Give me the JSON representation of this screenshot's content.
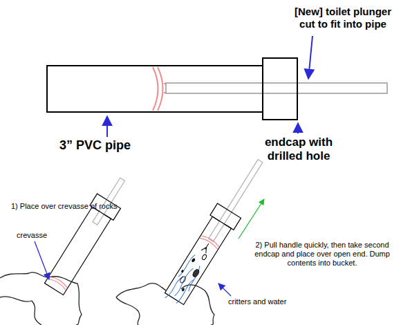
{
  "diagram": {
    "labels": [
      "[New] toilet plunger cut to fit into pipe",
      "3” PVC pipe",
      "endcap with drilled hole",
      "1) Place over crevasse of rocks",
      "crevasse",
      "2) Pull handle quickly, then take second endcap and place over open end. Dump contents into bucket.",
      "critters and water"
    ]
  }
}
